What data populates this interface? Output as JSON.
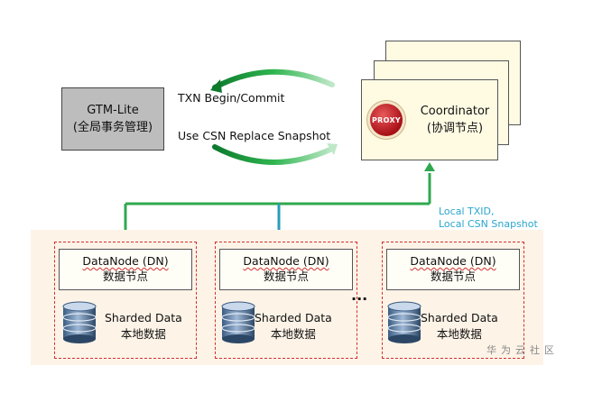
{
  "gtm": {
    "name": "GTM-Lite",
    "subtitle": "(全局事务管理)"
  },
  "arrows": {
    "top_label": "TXN Begin/Commit",
    "bottom_label": "Use CSN Replace Snapshot"
  },
  "coordinator": {
    "name": "Coordinator",
    "subtitle": "(协调节点)",
    "badge": "PROXY"
  },
  "local_note": {
    "line1": "Local TXID,",
    "line2": "Local CSN Snapshot"
  },
  "datanodes": [
    {
      "title": "DataNode (DN)",
      "subtitle": "数据节点",
      "data_title": "Sharded Data",
      "data_subtitle": "本地数据"
    },
    {
      "title": "DataNode (DN)",
      "subtitle": "数据节点",
      "data_title": "Sharded Data",
      "data_subtitle": "本地数据"
    },
    {
      "title": "DataNode (DN)",
      "subtitle": "数据节点",
      "data_title": "Sharded Data",
      "data_subtitle": "本地数据"
    }
  ],
  "ellipsis": "...",
  "watermark": "华为云社区",
  "colors": {
    "arrow_green": "#2fa84f",
    "arrow_teal": "#2a9db8",
    "note_blue": "#2aa6cf",
    "dashed_red": "#d03030"
  }
}
